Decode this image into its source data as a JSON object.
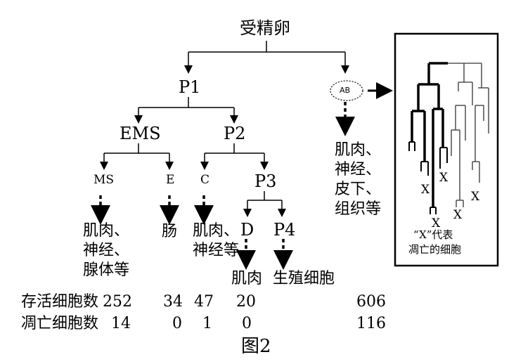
{
  "nodes": {
    "zygote": "受精卵",
    "p1": "P1",
    "ab": "AB",
    "ems": "EMS",
    "p2": "P2",
    "ms": "MS",
    "e": "E",
    "c": "C",
    "p3": "P3",
    "d": "D",
    "p4": "P4"
  },
  "fates": {
    "ms": [
      "肌肉、",
      "神经、",
      "腺体等"
    ],
    "e": "肠",
    "c": [
      "肌肉、",
      "神经等"
    ],
    "d": "肌肉",
    "p4": "生殖细胞",
    "ab": [
      "肌肉、",
      "神经、",
      "皮下、",
      "组织等"
    ]
  },
  "stats": {
    "alive_label": "存活细胞数",
    "dead_label": "凋亡细胞数",
    "alive": {
      "ms": "252",
      "e": "34",
      "c": "47",
      "d": "20",
      "ab": "606"
    },
    "dead": {
      "ms": "14",
      "e": "0",
      "c": "1",
      "d": "0",
      "ab": "116"
    }
  },
  "inset": {
    "marks": [
      "X",
      "X",
      "X",
      "X",
      "X",
      "X"
    ],
    "caption_line1": "“X”代表",
    "caption_line2": "凋亡的细胞"
  },
  "figure_label": "图2"
}
